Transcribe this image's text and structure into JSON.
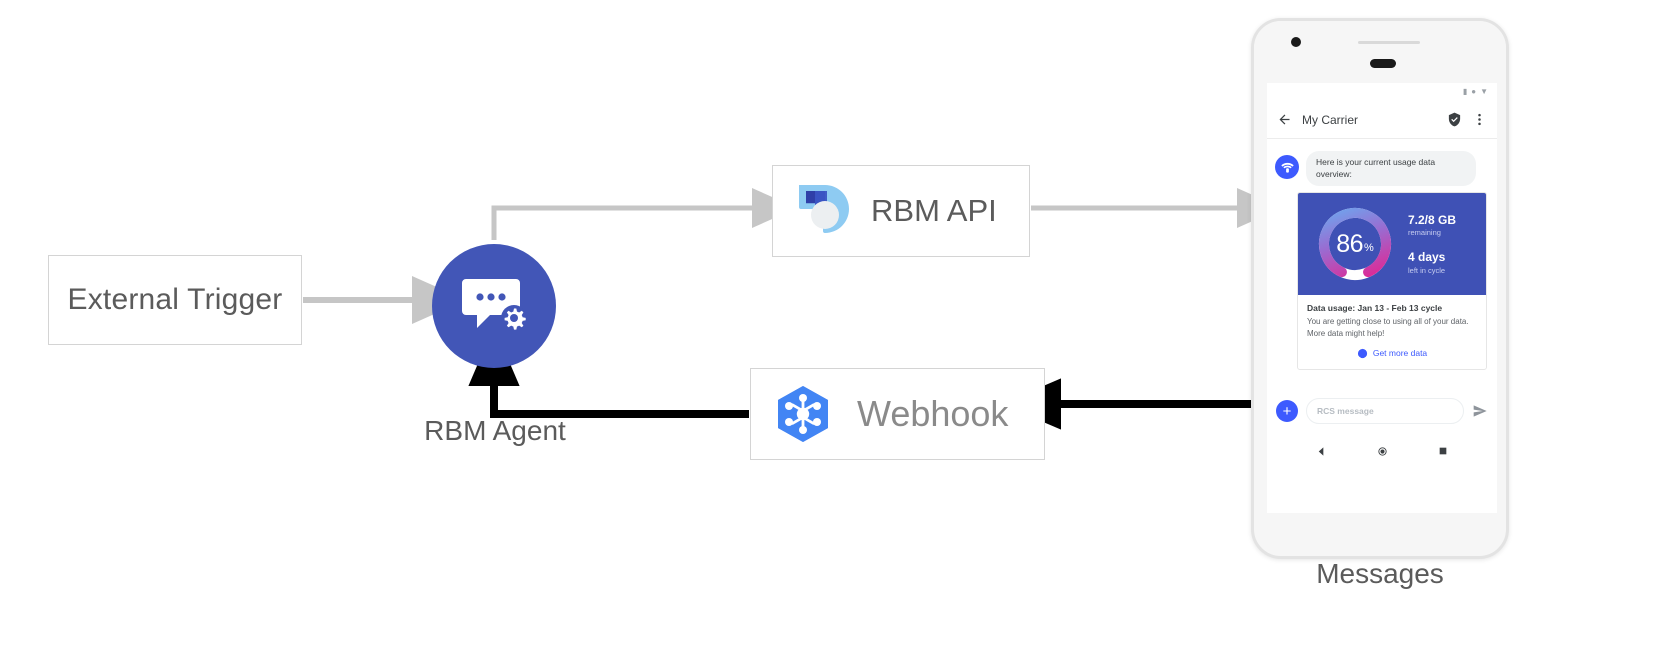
{
  "diagram": {
    "nodes": {
      "external_trigger": {
        "label": "External Trigger"
      },
      "rbm_agent": {
        "label": "RBM Agent"
      },
      "rbm_api": {
        "label": "RBM API"
      },
      "webhook": {
        "label": "Webhook"
      },
      "messages": {
        "label": "Messages"
      }
    },
    "colors": {
      "agent_blue": "#4256b7",
      "webhook_blue": "#4285f4",
      "api_light_blue": "#8ecbf2",
      "api_dark_blue": "#2f3fa8",
      "arrow_gray": "#c6c6c6",
      "arrow_black": "#000000",
      "box_border": "#d4d4d4",
      "text_gray": "#5b5b5b"
    }
  },
  "phone": {
    "status_icons": [
      "signal-icon",
      "wifi-icon",
      "battery-icon"
    ],
    "app_bar": {
      "back_icon": "back-arrow-icon",
      "title": "My Carrier",
      "verified_icon": "verified-shield-icon",
      "overflow_icon": "more-vert-icon"
    },
    "conversation": {
      "agent_avatar_icon": "carrier-wifi-avatar-icon",
      "intro_message": "Here is your current usage data overview:",
      "card": {
        "gauge": {
          "value": "86",
          "unit": "%",
          "percent": 86
        },
        "stats": [
          {
            "primary": "7.2/8 GB",
            "secondary": "remaining"
          },
          {
            "primary": "4 days",
            "secondary": "left in cycle"
          }
        ],
        "title": "Data usage: Jan 13 - Feb 13 cycle",
        "description": "You are getting close to using all of your data. More data might help!",
        "action": {
          "icon": "globe-icon",
          "label": "Get more data"
        }
      }
    },
    "composer": {
      "plus_icon": "plus-icon",
      "placeholder": "RCS message",
      "value": "",
      "send_icon": "send-icon"
    },
    "nav_bar": {
      "back_icon": "nav-back-triangle-icon",
      "home_icon": "nav-home-circle-icon",
      "recents_icon": "nav-recents-square-icon"
    }
  }
}
